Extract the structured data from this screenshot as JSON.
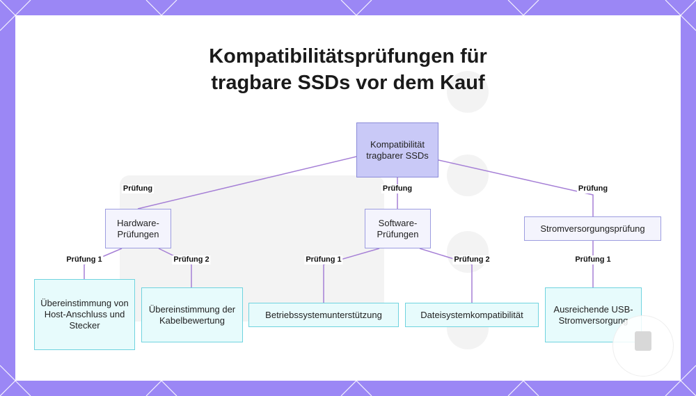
{
  "title_line1": "Kompatibilitätsprüfungen für",
  "title_line2": "tragbare SSDs vor dem Kauf",
  "nodes": {
    "root": "Kompatibilität tragbarer SSDs",
    "hardware": "Hardware-Prüfungen",
    "software": "Software-Prüfungen",
    "power": "Stromversorgungsprüfung",
    "host": "Übereinstimmung von Host-Anschluss und Stecker",
    "cable": "Übereinstimmung der Kabelbewertung",
    "os": "Betriebssystemunterstützung",
    "fs": "Dateisystemkompatibilität",
    "usb": "Ausreichende USB-Stromversorgung"
  },
  "edges": {
    "root_hardware": "Prüfung",
    "root_software": "Prüfung",
    "root_power": "Prüfung",
    "hardware_host": "Prüfung 1",
    "hardware_cable": "Prüfung 2",
    "software_os": "Prüfung 1",
    "software_fs": "Prüfung 2",
    "power_usb": "Prüfung 1"
  },
  "colors": {
    "background": "#9b87f5",
    "root_fill": "#c9c9f7",
    "mid_fill": "#f4f4fd",
    "leaf_fill": "#e7fbfc",
    "leaf_border": "#6fd3df",
    "edge": "#a57fd6"
  }
}
